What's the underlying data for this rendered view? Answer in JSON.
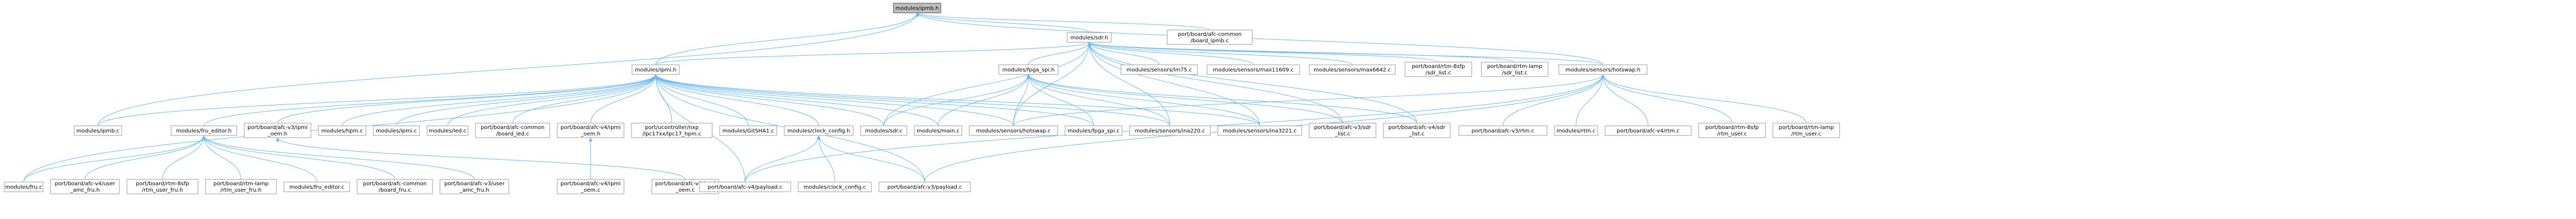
{
  "graph": {
    "nodes": [
      {
        "id": "n_ipmb_h",
        "lines": [
          "modules/ipmb.h"
        ],
        "root": true
      },
      {
        "id": "n_sdr_h",
        "lines": [
          "modules/sdr.h"
        ]
      },
      {
        "id": "n_ipmb_c_cm",
        "lines": [
          "port/board/afc-common",
          "/board_ipmb.c"
        ]
      },
      {
        "id": "n_ipmi_h",
        "lines": [
          "modules/ipmi.h"
        ]
      },
      {
        "id": "n_fpga_spi_h",
        "lines": [
          "modules/fpga_spi.h"
        ]
      },
      {
        "id": "n_lm75",
        "lines": [
          "modules/sensors/lm75.c"
        ]
      },
      {
        "id": "n_max11609",
        "lines": [
          "modules/sensors/max11609.c"
        ]
      },
      {
        "id": "n_max6642",
        "lines": [
          "modules/sensors/max6642.c"
        ]
      },
      {
        "id": "n_rtm8sfp_sdr",
        "lines": [
          "port/board/rtm-8sfp",
          "/sdr_list.c"
        ]
      },
      {
        "id": "n_rtmlamp_sdr",
        "lines": [
          "port/board/rtm-lamp",
          "/sdr_list.c"
        ]
      },
      {
        "id": "n_hotswap_h",
        "lines": [
          "modules/sensors/hotswap.h"
        ]
      },
      {
        "id": "n_ipmb_c",
        "lines": [
          "modules/ipmb.c"
        ]
      },
      {
        "id": "n_fru_editor_h",
        "lines": [
          "modules/fru_editor.h"
        ]
      },
      {
        "id": "n_v3_ipmi",
        "lines": [
          "port/board/afc-v3/ipmi",
          "_oem.h"
        ]
      },
      {
        "id": "n_hpm_c",
        "lines": [
          "modules/hpm.c"
        ]
      },
      {
        "id": "n_ipmi_c",
        "lines": [
          "modules/ipmi.c"
        ]
      },
      {
        "id": "n_led_c",
        "lines": [
          "modules/led.c"
        ]
      },
      {
        "id": "n_board_led",
        "lines": [
          "port/board/afc-common",
          "/board_led.c"
        ]
      },
      {
        "id": "n_v4_ipmi",
        "lines": [
          "port/board/afc-v4/ipmi",
          "_oem.h"
        ]
      },
      {
        "id": "n_lpc17_hpm",
        "lines": [
          "port/ucontroller/nxp",
          "/lpc17xx/lpc17_hpm.c"
        ]
      },
      {
        "id": "n_xsha1",
        "lines": [
          "modules/GitSHA1.c"
        ]
      },
      {
        "id": "n_clock_h",
        "lines": [
          "modules/clock_config.h"
        ]
      },
      {
        "id": "n_sdr_c",
        "lines": [
          "modules/sdr.c"
        ]
      },
      {
        "id": "n_main_c",
        "lines": [
          "modules/main.c"
        ]
      },
      {
        "id": "n_hotswap_c",
        "lines": [
          "modules/sensors/hotswap.c"
        ]
      },
      {
        "id": "n_fpga_spi_c",
        "lines": [
          "modules/fpga_spi.c"
        ]
      },
      {
        "id": "n_ina220",
        "lines": [
          "modules/sensors/ina220.c"
        ]
      },
      {
        "id": "n_ina3221",
        "lines": [
          "modules/sensors/ina3221.c"
        ]
      },
      {
        "id": "n_v3_sdr",
        "lines": [
          "port/board/afc-v3/sdr",
          "_list.c"
        ]
      },
      {
        "id": "n_v4_sdr",
        "lines": [
          "port/board/afc-v4/sdr",
          "_list.c"
        ]
      },
      {
        "id": "n_v3_rtm",
        "lines": [
          "port/board/afc-v3/rtm.c"
        ]
      },
      {
        "id": "n_rtm_c",
        "lines": [
          "modules/rtm.c"
        ]
      },
      {
        "id": "n_v4_rtm",
        "lines": [
          "port/board/afc-v4/rtm.c"
        ]
      },
      {
        "id": "n_rtm8sfp_user",
        "lines": [
          "port/board/rtm-8sfp",
          "/rtm_user.c"
        ]
      },
      {
        "id": "n_rtmlamp_user",
        "lines": [
          "port/board/rtm-lamp",
          "/rtm_user.c"
        ]
      },
      {
        "id": "n_fru_c",
        "lines": [
          "modules/fru.c"
        ]
      },
      {
        "id": "n_v4_amc_fru",
        "lines": [
          "port/board/afc-v4/user",
          "_amc_fru.h"
        ]
      },
      {
        "id": "n_rtm8sfp_fru",
        "lines": [
          "port/board/rtm-8sfp",
          "/rtm_user_fru.h"
        ]
      },
      {
        "id": "n_rtmlamp_fru",
        "lines": [
          "port/board/rtm-lamp",
          "/rtm_user_fru.h"
        ]
      },
      {
        "id": "n_fru_editor_c",
        "lines": [
          "modules/fru_editor.c"
        ]
      },
      {
        "id": "n_board_fru",
        "lines": [
          "port/board/afc-common",
          "/board_fru.c"
        ]
      },
      {
        "id": "n_v3_amc_fru",
        "lines": [
          "port/board/afc-v3/user",
          "_amc_fru.h"
        ]
      },
      {
        "id": "n_v3_ipmi_c",
        "lines": [
          "port/board/afc-v3/ipmi",
          "_oem.c"
        ]
      },
      {
        "id": "n_v4_ipmi_c",
        "lines": [
          "port/board/afc-v4/ipmi",
          "_oem.c"
        ]
      },
      {
        "id": "n_v4_payload",
        "lines": [
          "port/board/afc-v4/payload.c"
        ]
      },
      {
        "id": "n_clock_c",
        "lines": [
          "modules/clock_config.c"
        ]
      },
      {
        "id": "n_v3_payload",
        "lines": [
          "port/board/afc-v3/payload.c"
        ]
      }
    ],
    "edges": [
      [
        "n_ipmb_h",
        "n_sdr_h"
      ],
      [
        "n_ipmb_h",
        "n_ipmb_c_cm"
      ],
      [
        "n_ipmb_h",
        "n_ipmi_h"
      ],
      [
        "n_ipmb_h",
        "n_ipmb_c"
      ],
      [
        "n_ipmb_h",
        "n_hotswap_h"
      ],
      [
        "n_sdr_h",
        "n_fpga_spi_h"
      ],
      [
        "n_sdr_h",
        "n_lm75"
      ],
      [
        "n_sdr_h",
        "n_max11609"
      ],
      [
        "n_sdr_h",
        "n_max6642"
      ],
      [
        "n_sdr_h",
        "n_rtm8sfp_sdr"
      ],
      [
        "n_sdr_h",
        "n_rtmlamp_sdr"
      ],
      [
        "n_sdr_h",
        "n_hotswap_h"
      ],
      [
        "n_sdr_h",
        "n_ipmi_h"
      ],
      [
        "n_sdr_h",
        "n_sdr_c"
      ],
      [
        "n_sdr_h",
        "n_hotswap_c"
      ],
      [
        "n_sdr_h",
        "n_ina220"
      ],
      [
        "n_sdr_h",
        "n_ina3221"
      ],
      [
        "n_sdr_h",
        "n_v3_sdr"
      ],
      [
        "n_sdr_h",
        "n_v4_sdr"
      ],
      [
        "n_ipmi_h",
        "n_ipmb_c"
      ],
      [
        "n_ipmi_h",
        "n_fru_editor_h"
      ],
      [
        "n_ipmi_h",
        "n_v3_ipmi"
      ],
      [
        "n_ipmi_h",
        "n_hpm_c"
      ],
      [
        "n_ipmi_h",
        "n_ipmi_c"
      ],
      [
        "n_ipmi_h",
        "n_led_c"
      ],
      [
        "n_ipmi_h",
        "n_board_led"
      ],
      [
        "n_ipmi_h",
        "n_v4_ipmi"
      ],
      [
        "n_ipmi_h",
        "n_lpc17_hpm"
      ],
      [
        "n_ipmi_h",
        "n_xsha1"
      ],
      [
        "n_ipmi_h",
        "n_clock_h"
      ],
      [
        "n_ipmi_h",
        "n_sdr_c"
      ],
      [
        "n_ipmi_h",
        "n_main_c"
      ],
      [
        "n_ipmi_h",
        "n_hotswap_c"
      ],
      [
        "n_ipmi_h",
        "n_fpga_spi_c"
      ],
      [
        "n_ipmi_h",
        "n_ina220"
      ],
      [
        "n_ipmi_h",
        "n_ina3221"
      ],
      [
        "n_ipmi_h",
        "n_fru_c"
      ],
      [
        "n_ipmi_h",
        "n_v4_payload"
      ],
      [
        "n_ipmi_h",
        "n_v3_payload"
      ],
      [
        "n_fpga_spi_h",
        "n_sdr_c"
      ],
      [
        "n_fpga_spi_h",
        "n_main_c"
      ],
      [
        "n_fpga_spi_h",
        "n_hotswap_c"
      ],
      [
        "n_fpga_spi_h",
        "n_fpga_spi_c"
      ],
      [
        "n_fpga_spi_h",
        "n_ina220"
      ],
      [
        "n_fpga_spi_h",
        "n_ina3221"
      ],
      [
        "n_fpga_spi_h",
        "n_v3_sdr"
      ],
      [
        "n_fpga_spi_h",
        "n_v4_sdr"
      ],
      [
        "n_hotswap_h",
        "n_hotswap_c"
      ],
      [
        "n_hotswap_h",
        "n_v3_rtm"
      ],
      [
        "n_hotswap_h",
        "n_rtm_c"
      ],
      [
        "n_hotswap_h",
        "n_v4_rtm"
      ],
      [
        "n_hotswap_h",
        "n_rtm8sfp_user"
      ],
      [
        "n_hotswap_h",
        "n_rtmlamp_user"
      ],
      [
        "n_hotswap_h",
        "n_v3_payload"
      ],
      [
        "n_hotswap_h",
        "n_v4_payload"
      ],
      [
        "n_fru_editor_h",
        "n_fru_c"
      ],
      [
        "n_fru_editor_h",
        "n_v4_amc_fru"
      ],
      [
        "n_fru_editor_h",
        "n_rtm8sfp_fru"
      ],
      [
        "n_fru_editor_h",
        "n_rtmlamp_fru"
      ],
      [
        "n_fru_editor_h",
        "n_fru_editor_c"
      ],
      [
        "n_fru_editor_h",
        "n_board_fru"
      ],
      [
        "n_fru_editor_h",
        "n_v3_amc_fru"
      ],
      [
        "n_v3_ipmi",
        "n_v3_ipmi_c"
      ],
      [
        "n_v4_ipmi",
        "n_v4_ipmi_c"
      ],
      [
        "n_clock_h",
        "n_v4_payload"
      ],
      [
        "n_clock_h",
        "n_clock_c"
      ],
      [
        "n_clock_h",
        "n_v3_payload"
      ]
    ]
  }
}
